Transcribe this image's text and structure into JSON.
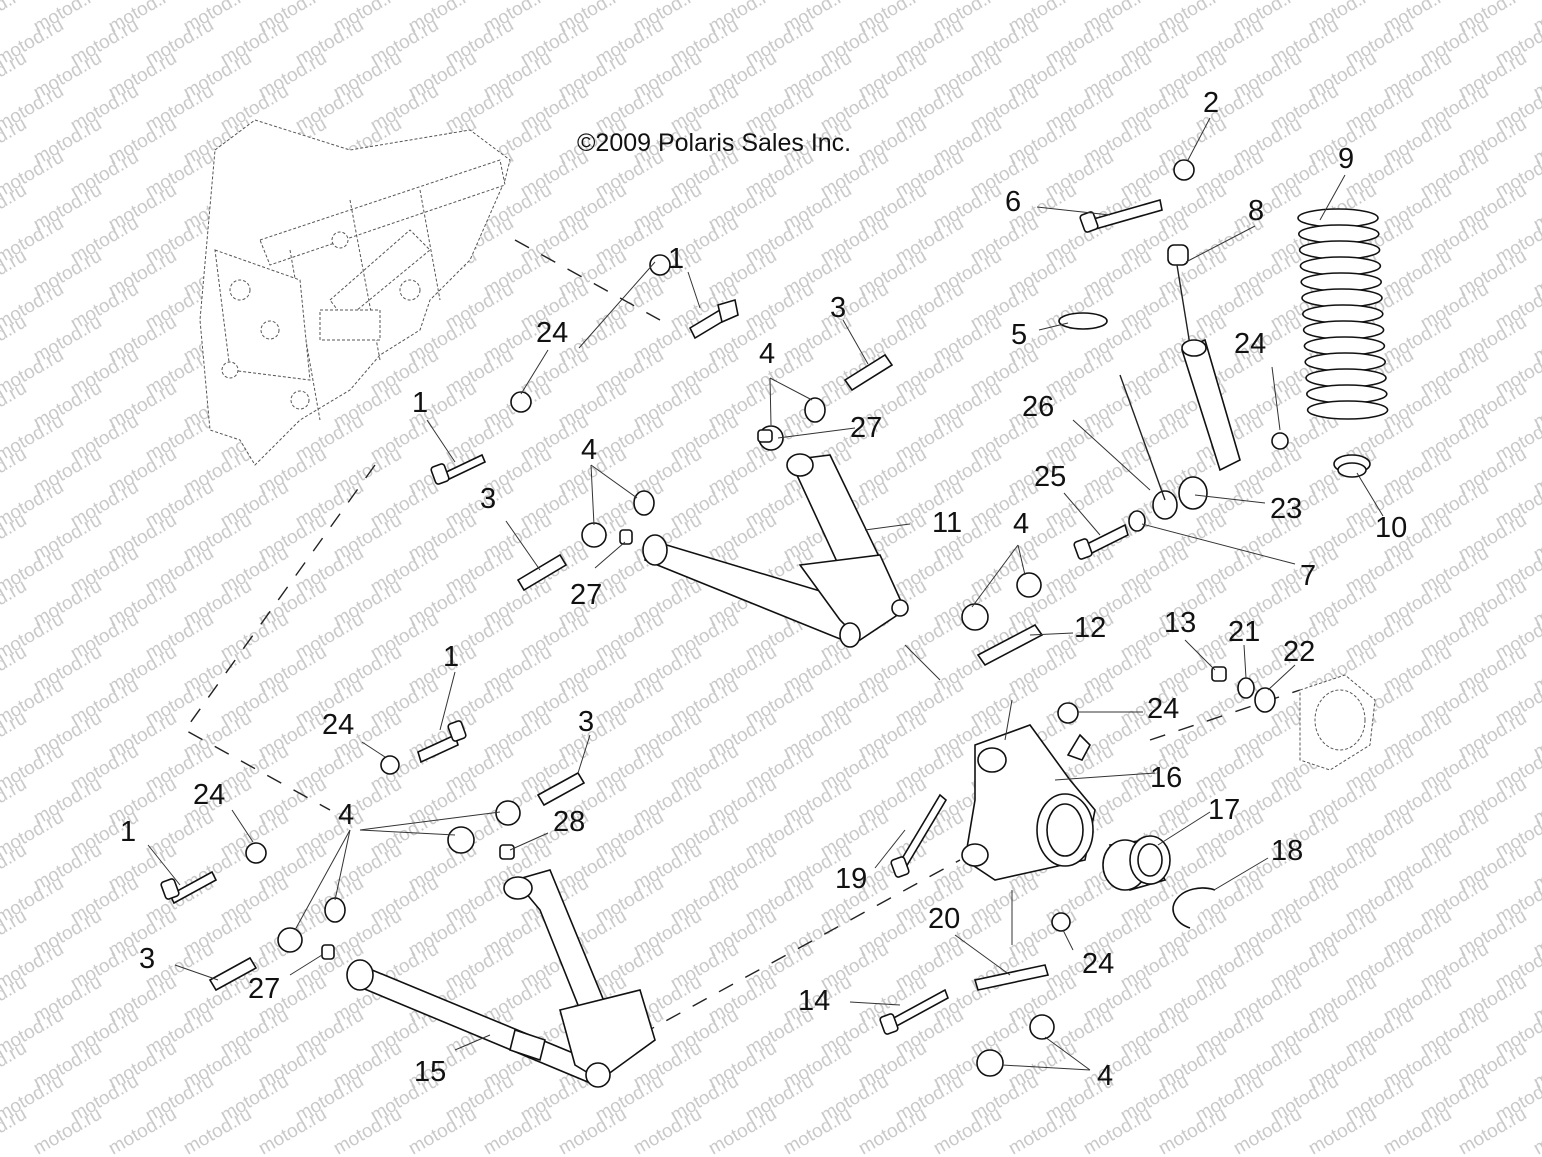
{
  "copyright": "©2009 Polaris Sales Inc.",
  "watermark": "motod.ru",
  "callouts": [
    "1",
    "2",
    "3",
    "4",
    "5",
    "6",
    "7",
    "8",
    "9",
    "10",
    "11",
    "12",
    "13",
    "14",
    "15",
    "16",
    "17",
    "18",
    "19",
    "20",
    "21",
    "22",
    "23",
    "24",
    "25",
    "26",
    "27",
    "28"
  ],
  "colors": {
    "line": "#111111",
    "watermark": "#c9c9c9",
    "background": "#ffffff"
  }
}
